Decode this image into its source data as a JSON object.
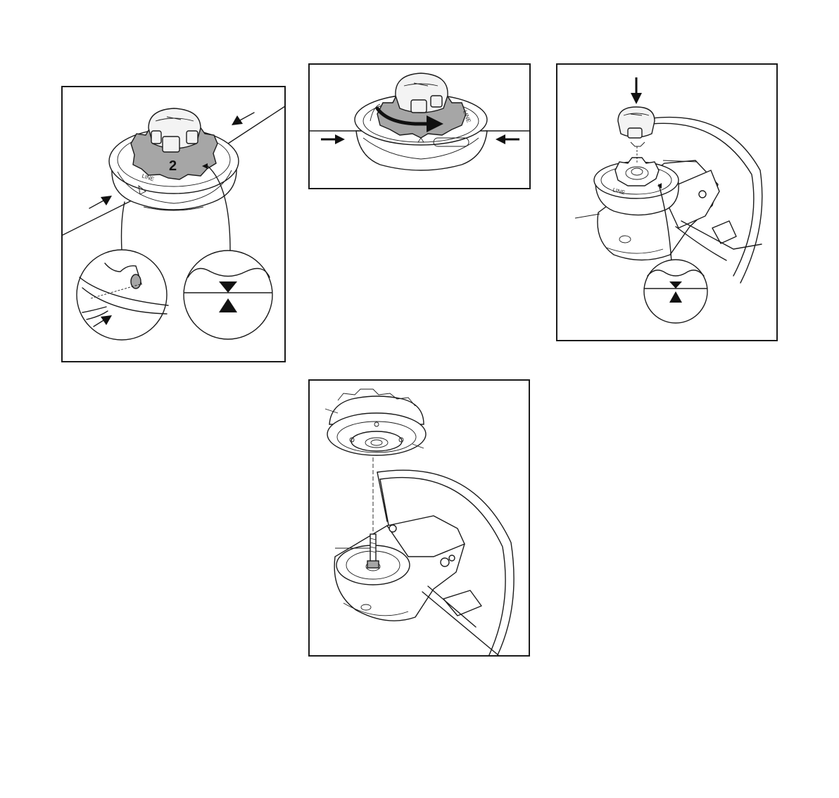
{
  "panel_1": {
    "spool_number": "2",
    "ring_marking": "LINE"
  },
  "panel_2": {
    "ring_marking": "LINE"
  },
  "panel_3": {
    "ring_marking": "LINE"
  },
  "colors": {
    "line": "#1a1a1a",
    "spool_ring": "#a6a6a6",
    "background": "#ffffff"
  },
  "icons": [
    "arrow-icon",
    "rotation-arrow-icon",
    "alignment-triangles-icon"
  ]
}
